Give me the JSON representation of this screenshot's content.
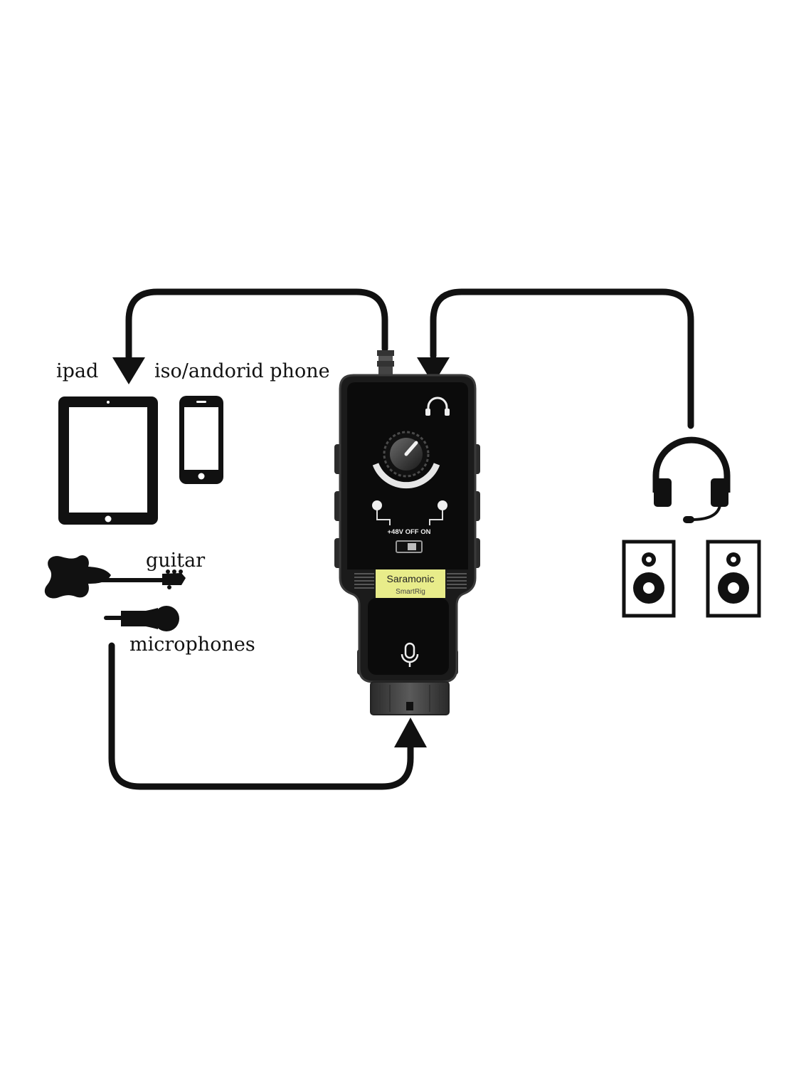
{
  "labels": {
    "ipad": "ipad",
    "phone": "iso/andorid phone",
    "guitar": "guitar",
    "microphones": "microphones"
  },
  "device": {
    "brand": "Saramonic",
    "model": "SmartRig",
    "switch_label": "+48V OFF ON"
  },
  "colors": {
    "line": "#111111",
    "device_body": "#1b1b1b",
    "device_face": "#0b0b0b",
    "badge": "#e8ec8a",
    "background": "#ffffff"
  },
  "icons": [
    "tablet-icon",
    "smartphone-icon",
    "guitar-icon",
    "microphone-icon",
    "headset-icon",
    "speaker-icon",
    "headphones-icon"
  ]
}
